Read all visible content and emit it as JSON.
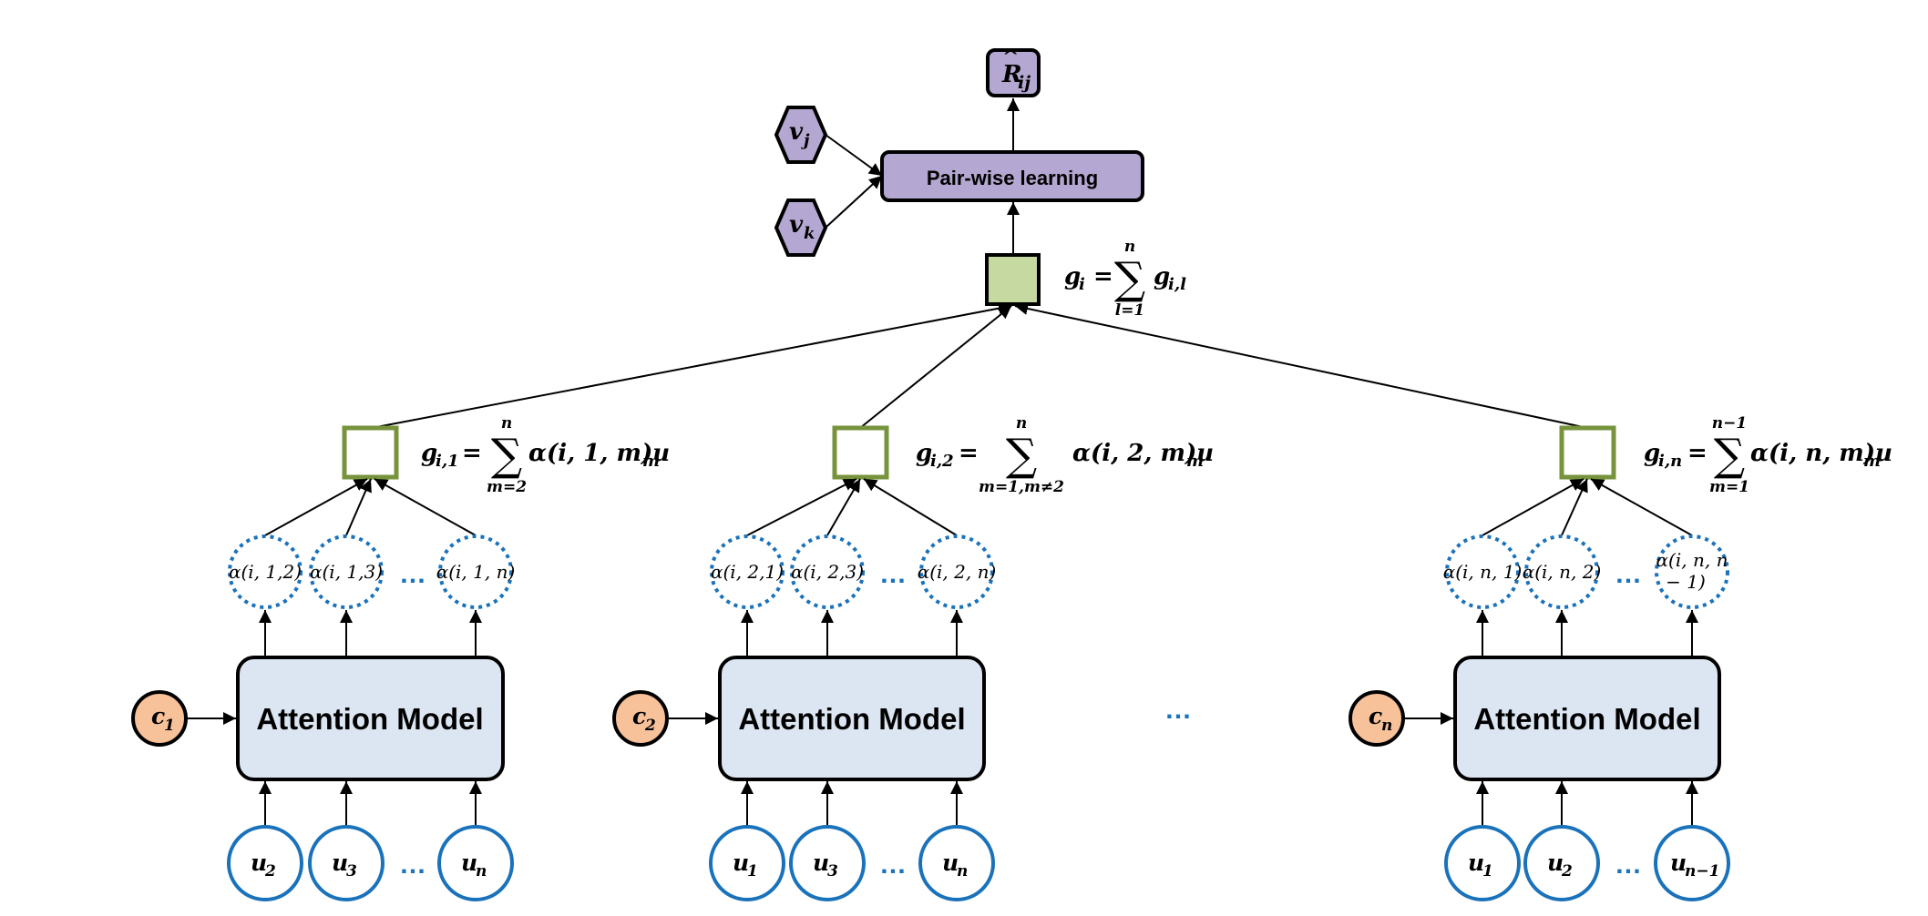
{
  "colors": {
    "purple_fill": "#b4a7d1",
    "green_fill": "#c5d9a0",
    "green_stroke": "#77933c",
    "orange_fill": "#f7c199",
    "blue_stroke": "#1a72bb",
    "attention_fill": "#dce6f2",
    "black": "#000000"
  },
  "top": {
    "output": {
      "symbol": "R",
      "hat": "^",
      "sub": "ij"
    },
    "pairwise_label": "Pair-wise learning",
    "v_j": {
      "symbol": "v",
      "sub": "j"
    },
    "v_k": {
      "symbol": "v",
      "sub": "k"
    },
    "g_i_formula": {
      "lhs": "g",
      "lhs_sub": "i",
      "eq": "=",
      "sigma": "∑",
      "upper": "n",
      "lower": "l=1",
      "term": "g",
      "term_sub": "i,l"
    }
  },
  "ellipsis": "…",
  "groups": [
    {
      "formula": {
        "lhs": "g",
        "lhs_sub": "i,1",
        "eq": "=",
        "sigma": "∑",
        "upper": "n",
        "lower": "m=2",
        "term": "α(i, 1, m)u",
        "term_sub": "m"
      },
      "alphas": [
        "α(i, 1,2)",
        "α(i, 1,3)",
        "α(i, 1, n)"
      ],
      "context": {
        "symbol": "c",
        "sub": "1"
      },
      "model_label": "Attention Model",
      "users": [
        {
          "symbol": "u",
          "sub": "2"
        },
        {
          "symbol": "u",
          "sub": "3"
        },
        {
          "symbol": "u",
          "sub": "n"
        }
      ]
    },
    {
      "formula": {
        "lhs": "g",
        "lhs_sub": "i,2",
        "eq": "=",
        "sigma": "∑",
        "upper": "n",
        "lower": "m=1,m≠2",
        "term": "α(i, 2, m)u",
        "term_sub": "m"
      },
      "alphas": [
        "α(i, 2,1)",
        "α(i, 2,3)",
        "α(i, 2, n)"
      ],
      "context": {
        "symbol": "c",
        "sub": "2"
      },
      "model_label": "Attention Model",
      "users": [
        {
          "symbol": "u",
          "sub": "1"
        },
        {
          "symbol": "u",
          "sub": "3"
        },
        {
          "symbol": "u",
          "sub": "n"
        }
      ]
    },
    {
      "formula": {
        "lhs": "g",
        "lhs_sub": "i,n",
        "eq": "=",
        "sigma": "∑",
        "upper": "n−1",
        "lower": "m=1",
        "term": "α(i, n, m)u",
        "term_sub": "m"
      },
      "alphas": [
        "α(i, n, 1)",
        "α(i, n, 2)",
        "α(i, n, n",
        "− 1)"
      ],
      "context": {
        "symbol": "c",
        "sub": "n"
      },
      "model_label": "Attention Model",
      "users": [
        {
          "symbol": "u",
          "sub": "1"
        },
        {
          "symbol": "u",
          "sub": "2"
        },
        {
          "symbol": "u",
          "sub": "n−1"
        }
      ]
    }
  ]
}
